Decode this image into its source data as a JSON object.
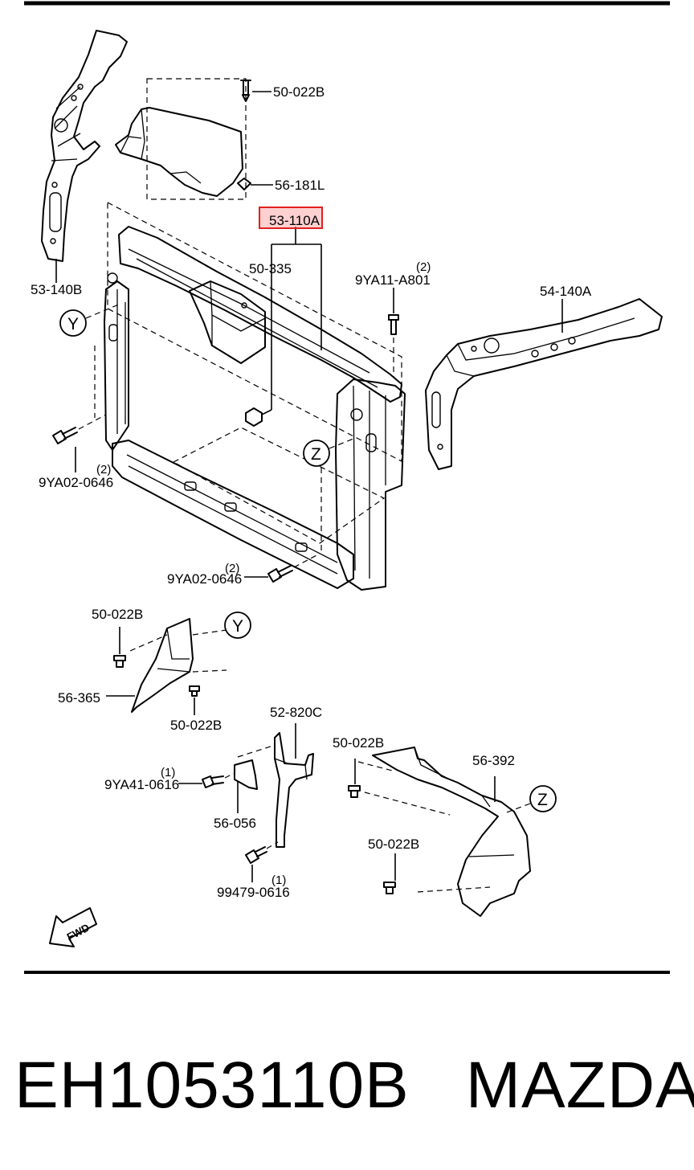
{
  "labels": {
    "clip_top": "50-022B",
    "nut_top": "56-181L",
    "radiator_support": "53-110A",
    "bracket": "50-335",
    "left_member": "53-140B",
    "right_member": "54-140A",
    "bolt_top_right": "9YA11-A801",
    "bolt_top_right_qty": "(2)",
    "bolt_left": "9YA02-0646",
    "bolt_left_qty": "(2)",
    "bolt_bottom": "9YA02-0646",
    "bolt_bottom_qty": "(2)",
    "callout_y": "Y",
    "callout_z": "Z",
    "clip_y1": "50-022B",
    "deflector_y": "56-365",
    "clip_y2": "50-022B",
    "bracket_center": "52-820C",
    "bolt_center": "9YA41-0616",
    "bolt_center_qty": "(1)",
    "cover_center": "56-056",
    "bolt_center_low": "99479-0616",
    "bolt_center_low_qty": "(1)",
    "clip_z1": "50-022B",
    "deflector_z": "56-392",
    "clip_z2": "50-022B",
    "fwd": "FWD"
  },
  "footer": {
    "part_number": "EH1053110B",
    "brand": "MAZDA"
  },
  "highlight_color": "#e02020"
}
